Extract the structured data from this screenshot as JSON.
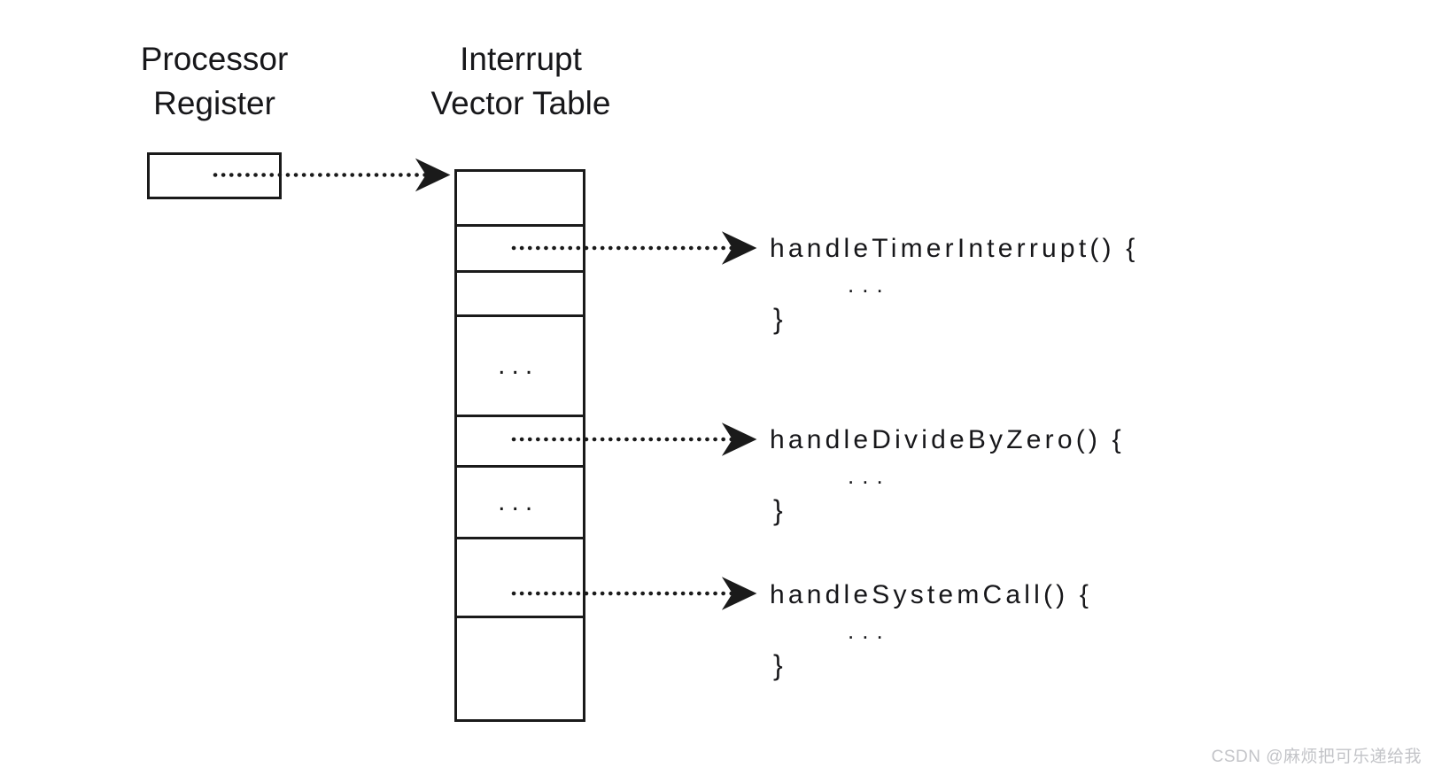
{
  "diagram": {
    "title": "Interrupt Vector Table dispatch diagram",
    "background_color": "#ffffff",
    "line_color": "#1a1a1a",
    "headings": {
      "processor_register": "Processor\nRegister",
      "interrupt_vector_table": "Interrupt\nVector Table"
    },
    "register_box": {
      "label": ""
    },
    "vector_table": {
      "rows": [
        {
          "id": "row-0",
          "content": "",
          "has_arrow": false,
          "height": 62
        },
        {
          "id": "row-1",
          "content": "",
          "has_arrow": true,
          "height": 52
        },
        {
          "id": "row-2",
          "content": "",
          "has_arrow": false,
          "height": 50
        },
        {
          "id": "row-3",
          "content": "...",
          "has_arrow": false,
          "height": 113
        },
        {
          "id": "row-4",
          "content": "",
          "has_arrow": true,
          "height": 57
        },
        {
          "id": "row-5",
          "content": "...",
          "has_arrow": false,
          "height": 81
        },
        {
          "id": "row-6",
          "content": "",
          "has_arrow": true,
          "height": 89
        },
        {
          "id": "row-7",
          "content": "",
          "has_arrow": false,
          "height": 114
        }
      ]
    },
    "handlers": [
      {
        "id": "handler-timer",
        "signature": "handleTimerInterrupt() {",
        "body": "...",
        "closing": "}"
      },
      {
        "id": "handler-divide-by-zero",
        "signature": "handleDivideByZero() {",
        "body": "...",
        "closing": "}"
      },
      {
        "id": "handler-system-call",
        "signature": "handleSystemCall() {",
        "body": "...",
        "closing": "}"
      }
    ],
    "arrows": [
      {
        "id": "arrow-register-to-table",
        "from": "processor-register",
        "to": "vector-table-row-0",
        "style": "dotted"
      },
      {
        "id": "arrow-row1-to-timer",
        "from": "vector-table-row-1",
        "to": "handler-timer",
        "style": "dotted"
      },
      {
        "id": "arrow-row4-to-divide",
        "from": "vector-table-row-4",
        "to": "handler-divide-by-zero",
        "style": "dotted"
      },
      {
        "id": "arrow-row6-to-syscall",
        "from": "vector-table-row-6",
        "to": "handler-system-call",
        "style": "dotted"
      }
    ]
  },
  "watermark": {
    "text": "CSDN @麻烦把可乐递给我",
    "color": "#c3c4c8"
  }
}
